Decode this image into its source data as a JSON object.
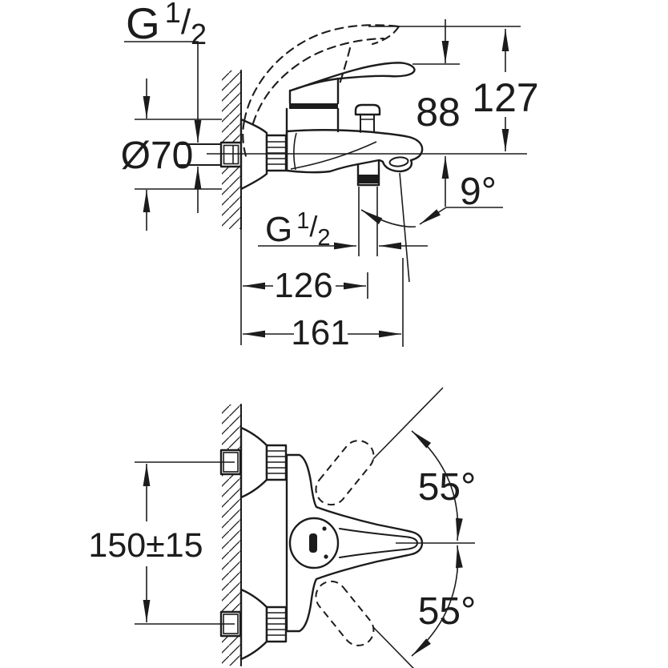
{
  "colors": {
    "ink": "#1c1c1c",
    "paper": "#ffffff"
  },
  "side_view": {
    "wall_thread": {
      "G": "G",
      "numerator": "1",
      "slash": "/",
      "denominator": "2"
    },
    "flange_diameter": "Ø70",
    "handle_height": "88",
    "handle_open_height": "127",
    "spout_angle": "9°",
    "shower_thread": {
      "G": "G",
      "numerator": "1",
      "slash": "/",
      "denominator": "2"
    },
    "shower_outlet_projection": "126",
    "spout_projection": "161"
  },
  "front_view": {
    "inlet_spacing": "150±15",
    "handle_swing_upper": "55°",
    "handle_swing_lower": "55°"
  }
}
